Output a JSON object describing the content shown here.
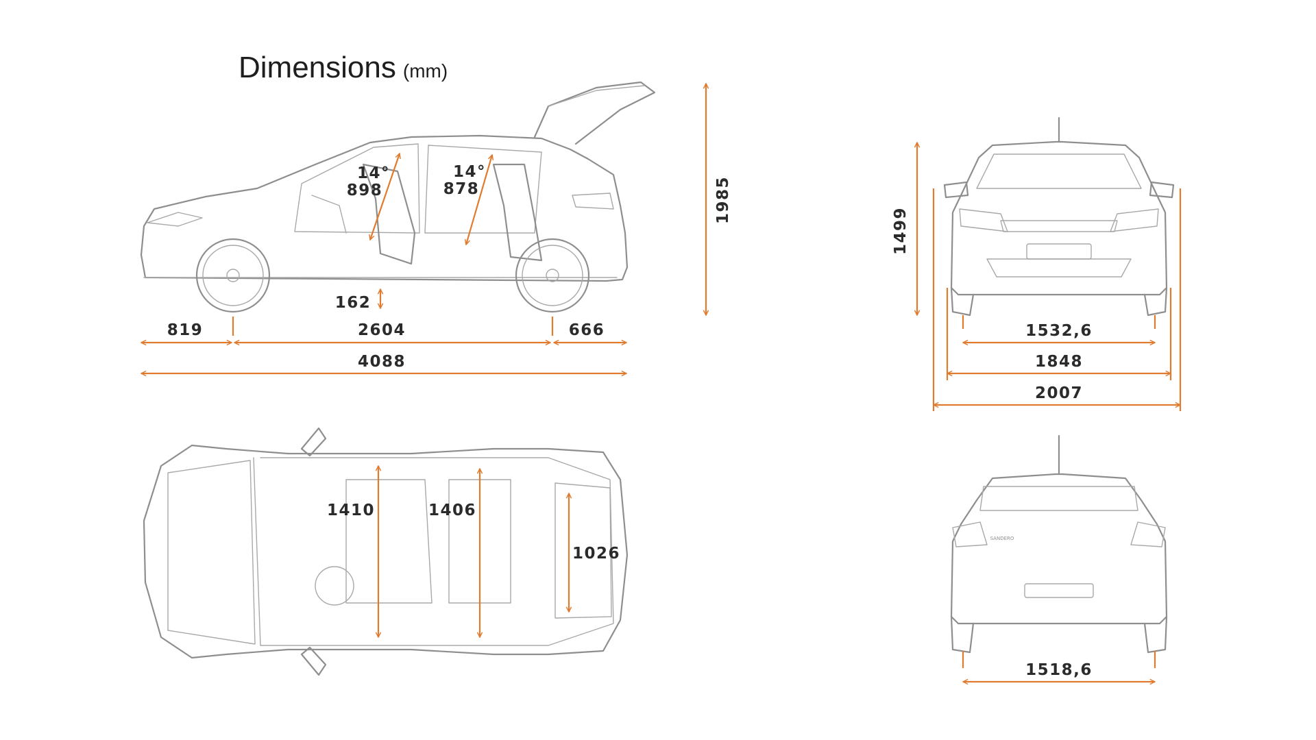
{
  "title": "Dimensions",
  "title_unit": "(mm)",
  "colors": {
    "accent": "#e07a2f",
    "outline": "#8e8e8e",
    "text": "#2b2b2b"
  },
  "side_view": {
    "front_overhang": "819",
    "wheelbase": "2604",
    "rear_overhang": "666",
    "overall_length": "4088",
    "ground_clearance": "162",
    "height_tailgate_open": "1985",
    "front_seat_angle": "14°",
    "front_headroom": "898",
    "rear_seat_angle": "14°",
    "rear_headroom": "878"
  },
  "top_view": {
    "front_elbow_width": "1410",
    "rear_elbow_width": "1406",
    "boot_width": "1026"
  },
  "front_view": {
    "height": "1499",
    "front_track": "1532,6",
    "width_without_mirrors": "1848",
    "width_with_mirrors": "2007"
  },
  "rear_view": {
    "rear_track": "1518,6",
    "badge_text": "SANDERO"
  }
}
